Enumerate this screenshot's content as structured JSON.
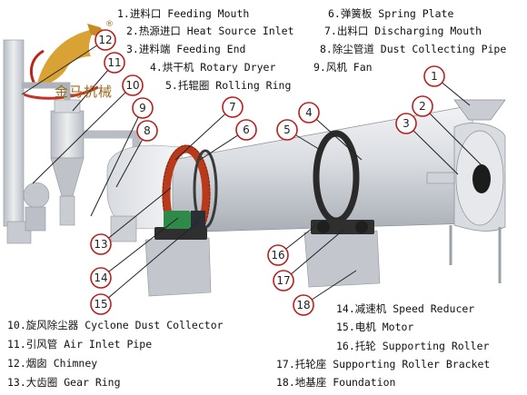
{
  "brand": {
    "name": "金马机械",
    "reg_mark": "®"
  },
  "callouts": [
    "1",
    "2",
    "3",
    "4",
    "5",
    "6",
    "7",
    "8",
    "9",
    "10",
    "11",
    "12",
    "13",
    "14",
    "15",
    "16",
    "17",
    "18"
  ],
  "legend": [
    {
      "n": "1.",
      "zh": "进料口",
      "en": "Feeding Mouth"
    },
    {
      "n": "2.",
      "zh": "热源进口",
      "en": "Heat Source Inlet"
    },
    {
      "n": "3.",
      "zh": "进料端",
      "en": "Feeding End"
    },
    {
      "n": "4.",
      "zh": "烘干机",
      "en": "Rotary Dryer"
    },
    {
      "n": "5.",
      "zh": "托辊圈",
      "en": "Rolling Ring"
    },
    {
      "n": "6.",
      "zh": "弹簧板",
      "en": "Spring Plate"
    },
    {
      "n": "7.",
      "zh": "出料口",
      "en": "Discharging Mouth"
    },
    {
      "n": "8.",
      "zh": "除尘管道",
      "en": "Dust Collecting Pipe"
    },
    {
      "n": "9.",
      "zh": "风机",
      "en": "Fan"
    },
    {
      "n": "10.",
      "zh": "旋风除尘器",
      "en": "Cyclone Dust Collector"
    },
    {
      "n": "11.",
      "zh": "引风管",
      "en": "Air Inlet Pipe"
    },
    {
      "n": "12.",
      "zh": "烟囱",
      "en": "Chimney"
    },
    {
      "n": "13.",
      "zh": "大齿圈",
      "en": "Gear Ring"
    },
    {
      "n": "14.",
      "zh": "减速机",
      "en": "Speed Reducer"
    },
    {
      "n": "15.",
      "zh": "电机",
      "en": "Motor"
    },
    {
      "n": "16.",
      "zh": "托轮",
      "en": "Supporting Roller"
    },
    {
      "n": "17.",
      "zh": "托轮座",
      "en": "Supporting Roller Bracket"
    },
    {
      "n": "18.",
      "zh": "地基座",
      "en": "Foundation"
    }
  ],
  "colors": {
    "drum": "#cfd2d8",
    "ring": "#2a2a2a",
    "gear": "#b83a1a",
    "base": "#c8ccd2",
    "motor": "#2f8a4a"
  }
}
